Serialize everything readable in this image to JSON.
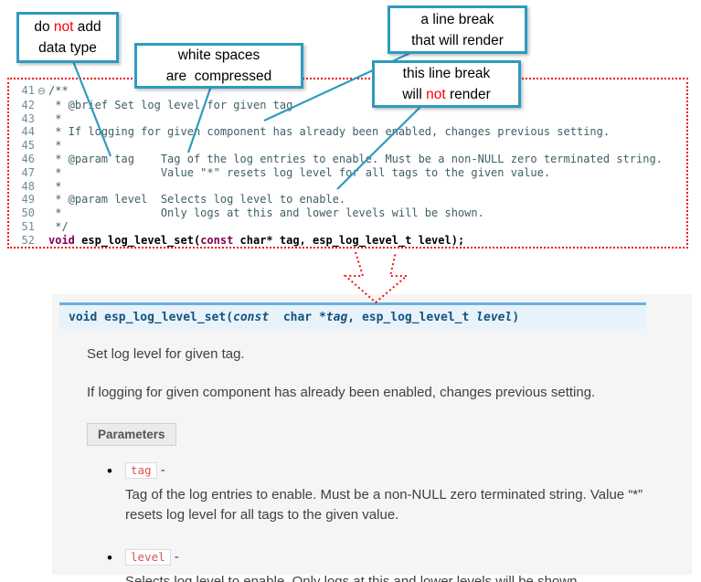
{
  "callouts": {
    "box1": {
      "l1a": "do ",
      "l1b": "not",
      "l1c": " add",
      "l2": "data type"
    },
    "box2": {
      "l1": "white spaces",
      "l2": "are  compressed"
    },
    "box3": {
      "l1": "a line break",
      "l2": "that will render"
    },
    "box4": {
      "l1": "this line break",
      "l2a": "will ",
      "l2b": "not",
      "l2c": " render"
    }
  },
  "code": {
    "lines": [
      {
        "num": "41",
        "fold": "⊖",
        "text": "/**"
      },
      {
        "num": "42",
        "fold": "",
        "text": " * @brief Set log level for given tag"
      },
      {
        "num": "43",
        "fold": "",
        "text": " *"
      },
      {
        "num": "44",
        "fold": "",
        "text": " * If logging for given component has already been enabled, changes previous setting."
      },
      {
        "num": "45",
        "fold": "",
        "text": " *"
      },
      {
        "num": "46",
        "fold": "",
        "text": " * @param tag    Tag of the log entries to enable. Must be a non-NULL zero terminated string."
      },
      {
        "num": "47",
        "fold": "",
        "text": " *               Value \"*\" resets log level for all tags to the given value."
      },
      {
        "num": "48",
        "fold": "",
        "text": " *"
      },
      {
        "num": "49",
        "fold": "",
        "text": " * @param level  Selects log level to enable."
      },
      {
        "num": "50",
        "fold": "",
        "text": " *               Only logs at this and lower levels will be shown."
      },
      {
        "num": "51",
        "fold": "",
        "text": " */"
      }
    ],
    "decl": {
      "num": "52",
      "fold": "",
      "kw1": "void",
      "name": " esp_log_level_set(",
      "kw2": "const",
      "rest": " char* tag, esp_log_level_t level);"
    }
  },
  "docs": {
    "sig": {
      "kw1": "void",
      "name": " esp_log_level_set(",
      "kw2": "const",
      "t1": "  char *",
      "p1": "tag",
      "comma": ", ",
      "t2": "esp_log_level_t ",
      "p2": "level",
      "close": ")"
    },
    "p1": "Set log level for given tag.",
    "p2": "If logging for given component has already been enabled, changes previous setting.",
    "params_label": "Parameters",
    "params": [
      {
        "name": "tag",
        "dash": " -",
        "desc": "Tag of the log entries to enable. Must be a non-NULL zero terminated string. Value “*” resets log level for all tags to the given value."
      },
      {
        "name": "level",
        "dash": " -",
        "desc": "Selects log level to enable. Only logs at this and lower levels will be shown."
      }
    ]
  },
  "colors": {
    "accent_cyan": "#2e9bbf",
    "dotted_red": "#ee1111",
    "sig_border_blue": "#6ab0de",
    "literal_red": "#d9534f"
  }
}
